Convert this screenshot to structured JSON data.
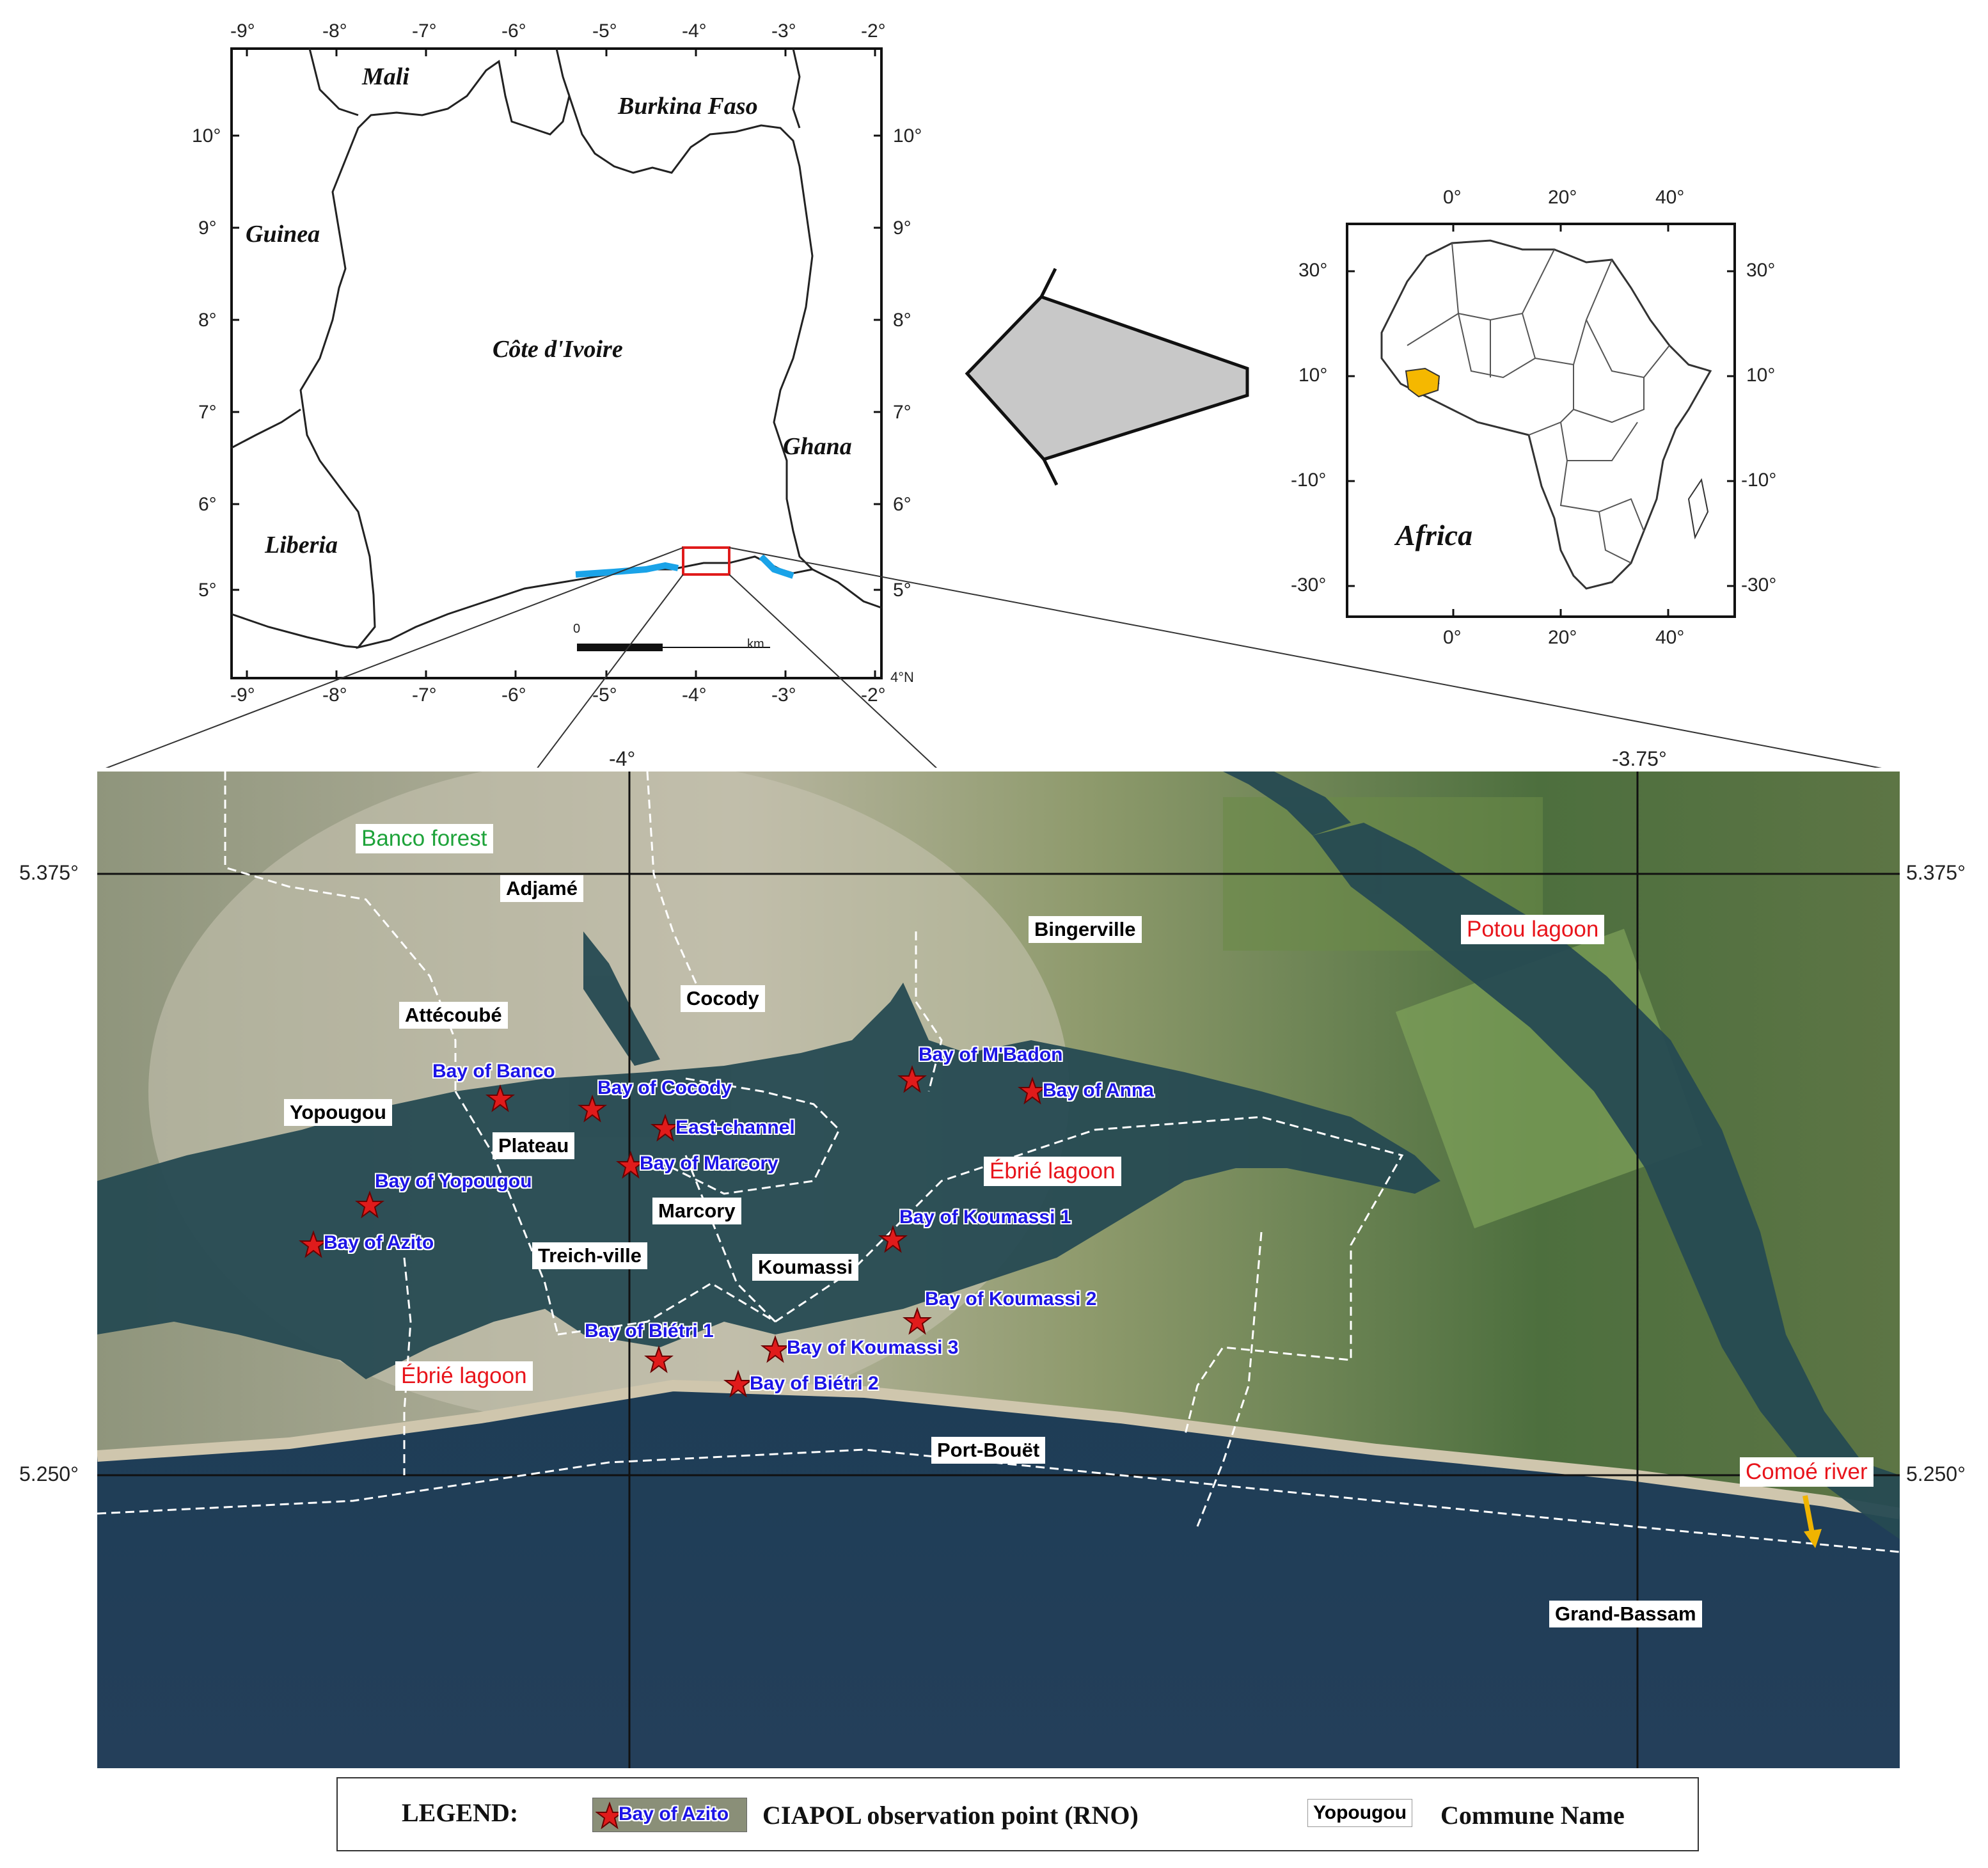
{
  "ci_map": {
    "countries": {
      "mali": "Mali",
      "burkina": "Burkina Faso",
      "guinea": "Guinea",
      "cote": "Côte d'Ivoire",
      "ghana": "Ghana",
      "liberia": "Liberia"
    },
    "lon_ticks": [
      "-9°",
      "-8°",
      "-7°",
      "-6°",
      "-5°",
      "-4°",
      "-3°",
      "-2°"
    ],
    "lat_ticks": [
      "10°",
      "9°",
      "8°",
      "7°",
      "6°",
      "5°"
    ],
    "corner_label": "4°N",
    "scale_zero": "0",
    "scale_unit": "km"
  },
  "africa_map": {
    "label": "Africa",
    "lon_ticks": [
      "0°",
      "20°",
      "40°"
    ],
    "lat_ticks": [
      "30°",
      "10°",
      "-10°",
      "-30°"
    ],
    "highlight_color": "#f5b800"
  },
  "detail_map": {
    "lon_ticks": [
      "-4°",
      "-3.75°"
    ],
    "lat_ticks": [
      "5.375°",
      "5.250°"
    ],
    "communes": {
      "adjame": "Adjamé",
      "bingerville": "Bingerville",
      "attecoube": "Attécoubé",
      "cocody": "Cocody",
      "yopougou": "Yopougou",
      "plateau": "Plateau",
      "marcory": "Marcory",
      "treichville": "Treich-ville",
      "koumassi": "Koumassi",
      "port_bouet": "Port-Bouët",
      "grand_bassam": "Grand-Bassam"
    },
    "water": {
      "potou": "Potou lagoon",
      "ebrie1": "Ébrié lagoon",
      "ebrie2": "Ébrié lagoon",
      "comoe": "Comoé river"
    },
    "forest": "Banco forest",
    "bays": {
      "banco": "Bay of Banco",
      "cocody": "Bay of Cocody",
      "east_channel": "East-channel",
      "marcory": "Bay of Marcory",
      "yopougou": "Bay of Yopougou",
      "azito": "Bay of Azito",
      "mbadon": "Bay of M'Badon",
      "anna": "Bay of Anna",
      "koumassi1": "Bay of Koumassi 1",
      "koumassi2": "Bay of Koumassi 2",
      "koumassi3": "Bay of Koumassi 3",
      "bietri1": "Bay of Biétri 1",
      "bietri2": "Bay of Biétri 2"
    }
  },
  "legend": {
    "title": "LEGEND:",
    "bay_sample": "Bay of Azito",
    "bay_desc": "CIAPOL observation point (RNO)",
    "commune_sample": "Yopougou",
    "commune_desc": "Commune Name"
  },
  "colors": {
    "star": "#e01b1b",
    "bay_text": "#1c14e6",
    "water_label": "#e8141b",
    "forest_label": "#1ea33a",
    "arrow_fill": "#c8c8c8",
    "lagoon_blue": "#1aa3e8"
  }
}
